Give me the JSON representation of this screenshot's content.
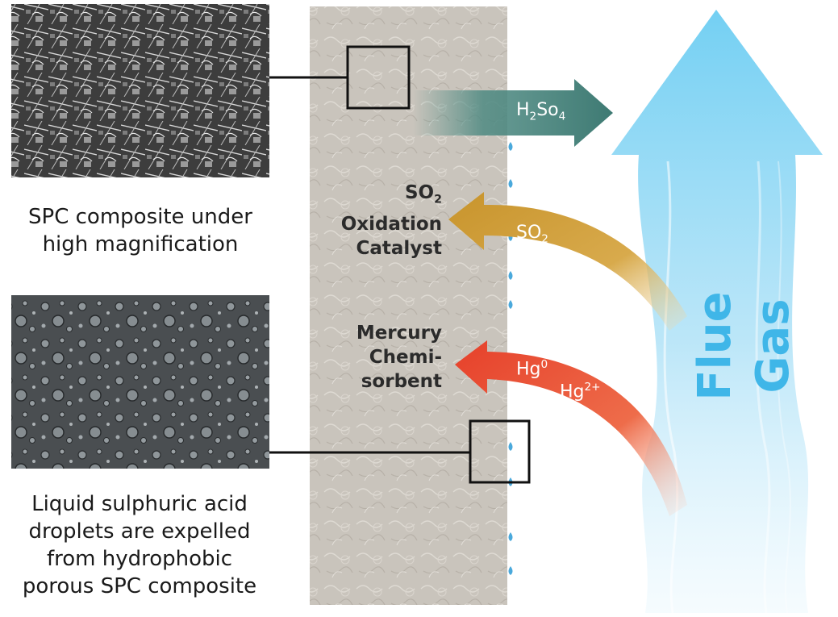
{
  "captions": {
    "composite": [
      "SPC composite under",
      "high magnification"
    ],
    "droplets": [
      "Liquid sulphuric acid",
      "droplets are expelled",
      "from hydrophobic",
      "porous SPC composite"
    ]
  },
  "panel": {
    "so2_label": {
      "main": "SO",
      "sub": "2"
    },
    "catalyst_lines": [
      "Oxidation",
      "Catalyst"
    ],
    "mercury_lines": [
      "Mercury",
      "Chemi-",
      "sorbent"
    ]
  },
  "arrows": {
    "h2so4": {
      "h": "H",
      "sub1": "2",
      "mid": "So",
      "sub2": "4"
    },
    "so2": {
      "main": "SO",
      "sub": "2"
    },
    "hg0": {
      "main": "Hg",
      "sup": "0"
    },
    "hg2": {
      "main": "Hg",
      "sup": "2+"
    }
  },
  "flue_gas_label": "Flue Gas",
  "colors": {
    "flue_gas": "#3fb6e8",
    "h2so4_arrow": "#4e8a82",
    "so2_arrow": "#d3a23c",
    "hg_arrow": "#e9502b",
    "panel": "#c9c4bc"
  }
}
